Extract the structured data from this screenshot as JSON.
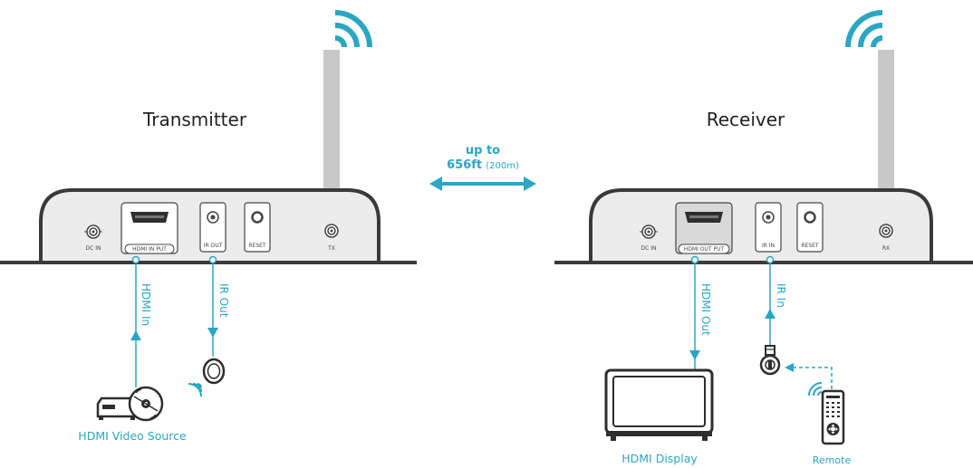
{
  "colors": {
    "accent": "#2ba6c4",
    "outline": "#3a3a3a",
    "panel": "#ececec",
    "antenna": "#c8c8c8",
    "text": "#222222"
  },
  "transmitter": {
    "title": "Transmitter",
    "ports": {
      "dc_in": "DC IN",
      "hdmi": "HDMI IN PUT",
      "ir": "IR OUT",
      "reset": "RESET",
      "antenna": "TX"
    },
    "connections": {
      "hdmi": "HDMI In",
      "ir": "IR Out"
    },
    "device_label": "HDMI Video Source"
  },
  "receiver": {
    "title": "Receiver",
    "ports": {
      "dc_in": "DC IN",
      "hdmi": "HDMI OUT PUT",
      "ir": "IR IN",
      "reset": "RESET",
      "antenna": "RX"
    },
    "connections": {
      "hdmi": "HDMI Out",
      "ir": "IR In"
    },
    "display_label": "HDMI Display",
    "remote_label": "Remote"
  },
  "link": {
    "line1": "up to",
    "distance": "656ft",
    "metric": "(200m)"
  }
}
